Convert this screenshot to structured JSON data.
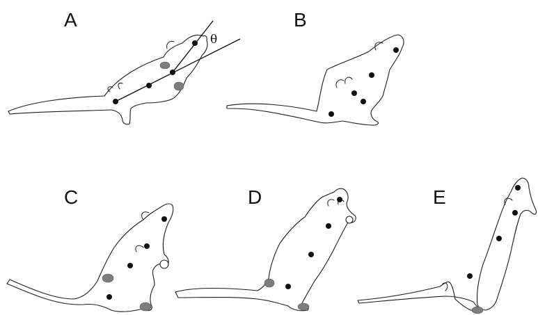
{
  "panels": [
    {
      "id": "A",
      "label": "A"
    },
    {
      "id": "B",
      "label": "B"
    },
    {
      "id": "C",
      "label": "C"
    },
    {
      "id": "D",
      "label": "D"
    },
    {
      "id": "E",
      "label": "E"
    }
  ],
  "angle_label": "θ",
  "colors": {
    "outline": "#1a1a1a",
    "marker": "#111111",
    "paw": "#7d7d7d",
    "background": "#ffffff"
  }
}
